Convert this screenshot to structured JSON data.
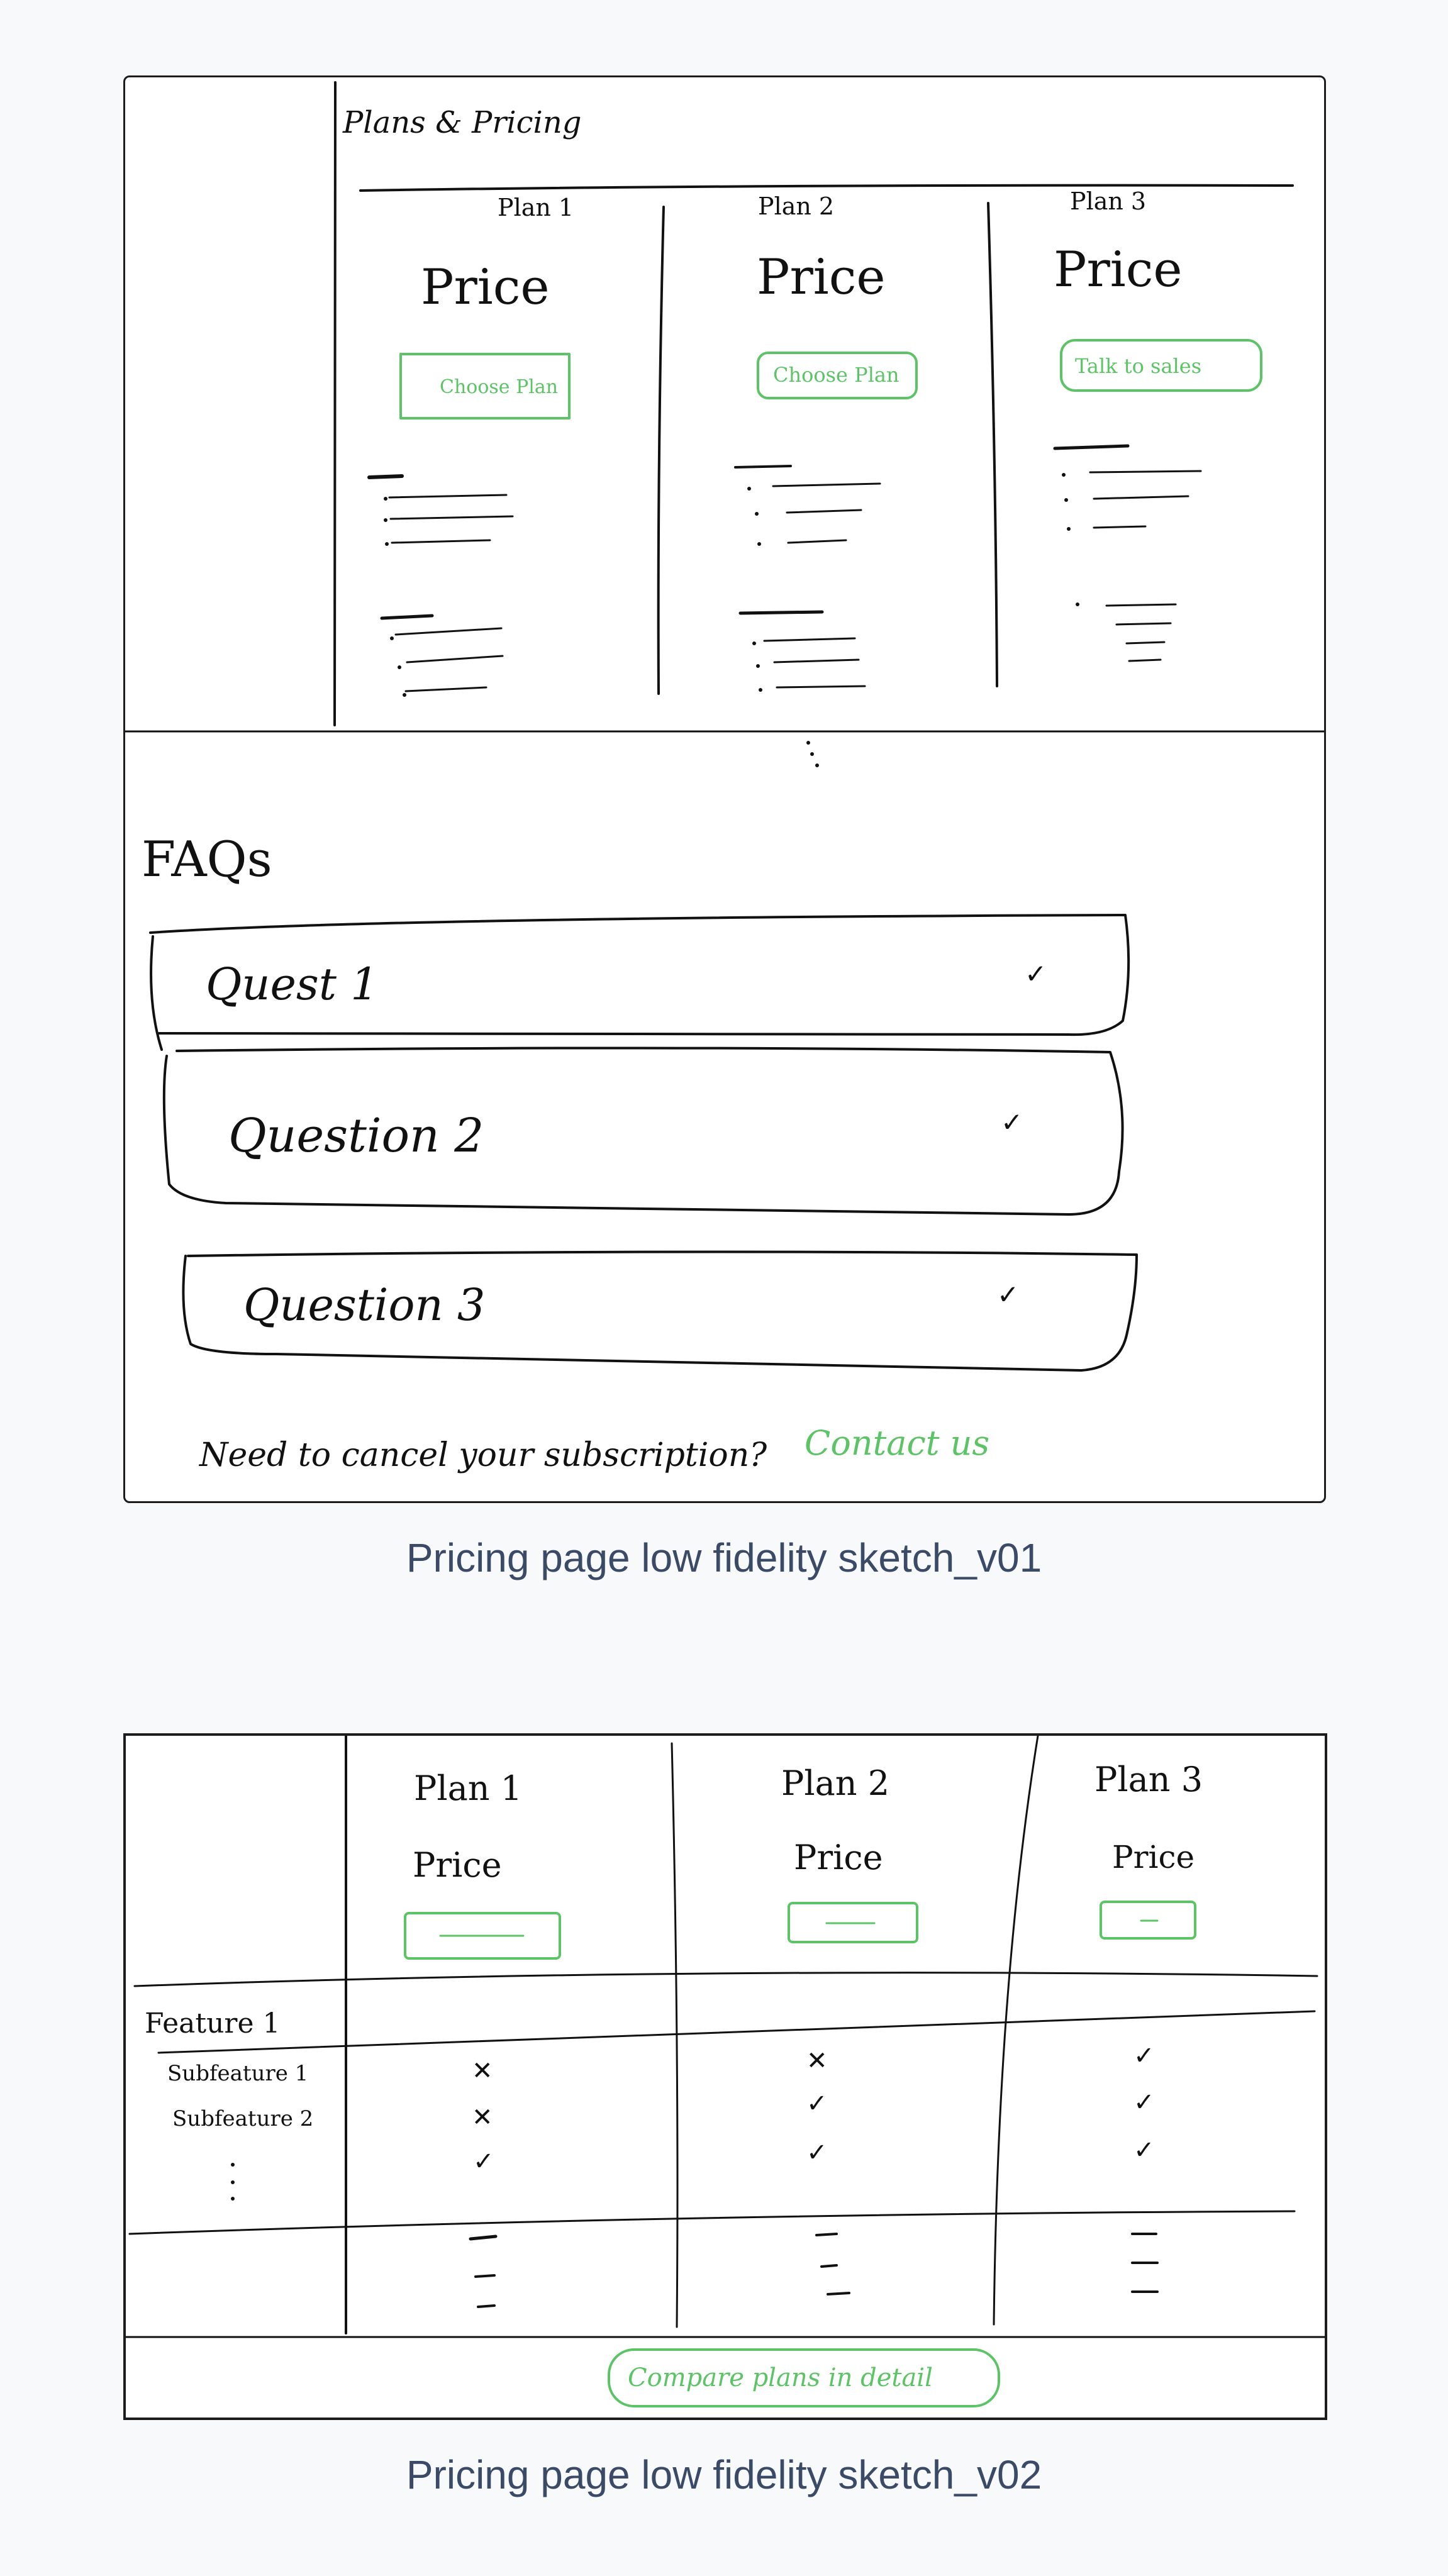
{
  "sketch_v01": {
    "header": "Plans & Pricing",
    "plans": [
      {
        "name": "Plan 1",
        "price": "Price",
        "cta": "Choose Plan"
      },
      {
        "name": "Plan 2",
        "price": "Price",
        "cta": "Choose Plan"
      },
      {
        "name": "Plan 3",
        "price": "Price",
        "cta": "Talk to sales"
      }
    ],
    "faq_title": "FAQs",
    "faq_items": [
      {
        "question": "Quest 1",
        "chevron": "✓"
      },
      {
        "question": "Question 2",
        "chevron": "✓"
      },
      {
        "question": "Question 3",
        "chevron": "✓"
      }
    ],
    "footer_text": "Need to cancel your subscription?",
    "footer_link": "Contact us",
    "caption": "Pricing page low fidelity sketch_v01"
  },
  "sketch_v02": {
    "plans": [
      {
        "name": "Plan 1",
        "price": "Price"
      },
      {
        "name": "Plan 2",
        "price": "Price"
      },
      {
        "name": "Plan 3",
        "price": "Price"
      }
    ],
    "feature_label": "Feature 1",
    "subfeatures": [
      "Subfeature 1",
      "Subfeature 2"
    ],
    "feature_matrix": [
      [
        "✕",
        "✕",
        "✓"
      ],
      [
        "✕",
        "✓",
        "✓"
      ],
      [
        "✓",
        "✓",
        "✓"
      ]
    ],
    "compare_link": "Compare plans in detail",
    "caption": "Pricing page low fidelity sketch_v02"
  },
  "colors": {
    "ink": "#111111",
    "accent_green": "#5cc466",
    "caption": "#3b4a66",
    "background": "#f8f9fb"
  }
}
